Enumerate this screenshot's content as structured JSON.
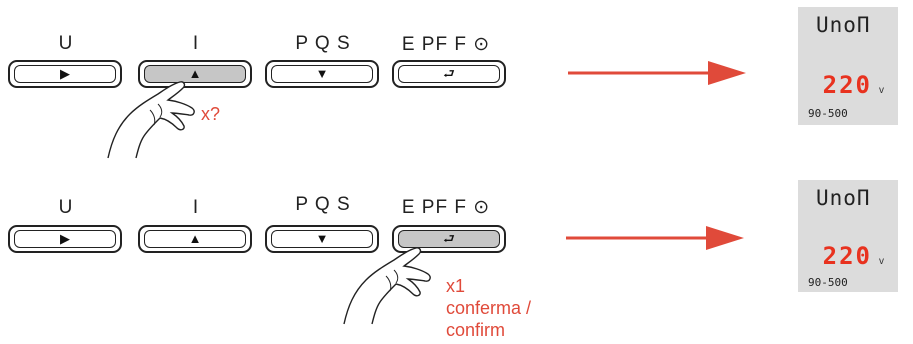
{
  "colors": {
    "accent": "#e04a3a",
    "lcd_bg": "#dcdcdc",
    "lcd_value": "#e8321f"
  },
  "steps": [
    {
      "buttons": [
        {
          "label": "U",
          "icon": "play-right-icon",
          "glyph": "▶",
          "pressed": false
        },
        {
          "label": "I",
          "icon": "triangle-up-icon",
          "glyph": "▲",
          "pressed": true
        },
        {
          "label": "P Q S",
          "icon": "triangle-down-icon",
          "glyph": "▼",
          "pressed": false
        },
        {
          "label": "E PF F ⊙",
          "icon": "enter-return-icon",
          "glyph": "⮐",
          "pressed": false
        }
      ],
      "note": "x?",
      "display": {
        "title": "UnoΠ",
        "value": "220",
        "unit": "v",
        "range": "90-500"
      }
    },
    {
      "buttons": [
        {
          "label": "U",
          "icon": "play-right-icon",
          "glyph": "▶",
          "pressed": false
        },
        {
          "label": "I",
          "icon": "triangle-up-icon",
          "glyph": "▲",
          "pressed": false
        },
        {
          "label": "P Q S",
          "icon": "triangle-down-icon",
          "glyph": "▼",
          "pressed": false
        },
        {
          "label": "E PF F ⊙",
          "icon": "enter-return-icon",
          "glyph": "⮐",
          "pressed": true
        }
      ],
      "note_lines": [
        "x1",
        "conferma /",
        "confirm"
      ],
      "display": {
        "title": "UnoΠ",
        "value": "220",
        "unit": "v",
        "range": "90-500"
      }
    }
  ]
}
